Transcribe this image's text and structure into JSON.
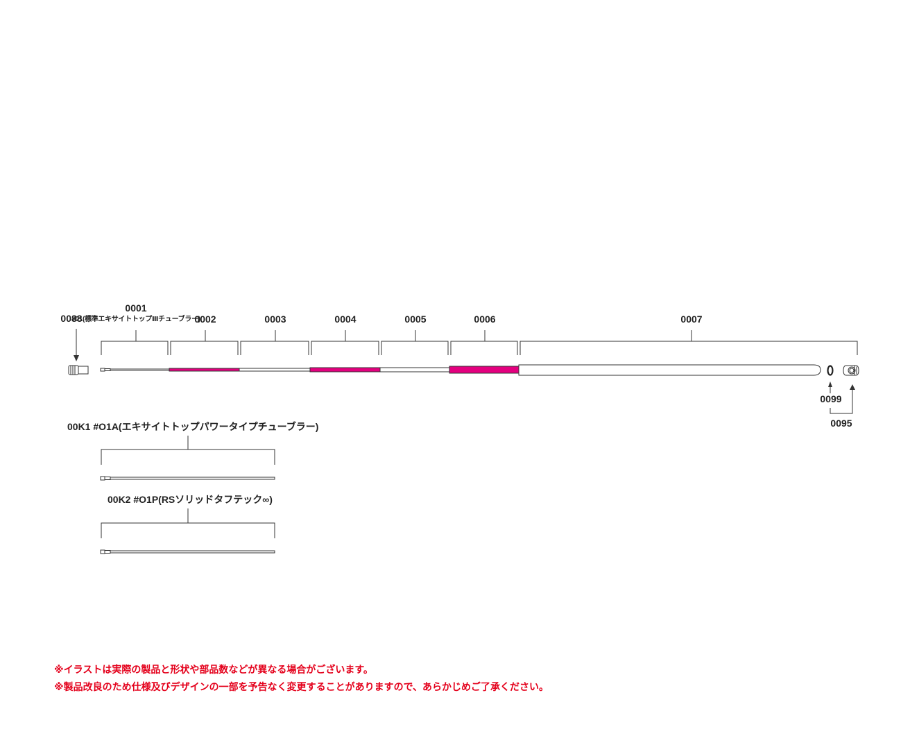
{
  "parts": {
    "p0088": "0088",
    "p0001": "0001",
    "p0001_desc": "#01(標準エキサイトトップⅢチューブラー)",
    "p0002": "0002",
    "p0003": "0003",
    "p0004": "0004",
    "p0005": "0005",
    "p0006": "0006",
    "p0007": "0007",
    "p0099": "0099",
    "p0095": "0095"
  },
  "alternates": {
    "k1_label": "00K1 #O1A(エキサイトトップパワータイプチューブラー)",
    "k2_label": "00K2 #O1P(RSソリッドタフテック∞)"
  },
  "notes": {
    "line1": "※イラストは実際の製品と形状や部品数などが異なる場合がございます。",
    "line2": "※製品改良のため仕様及びデザインの一部を予告なく変更することがありますので、あらかじめご了承ください。"
  },
  "colors": {
    "accent": "#e4007f",
    "notes": "#e4001b",
    "line": "#333333"
  }
}
